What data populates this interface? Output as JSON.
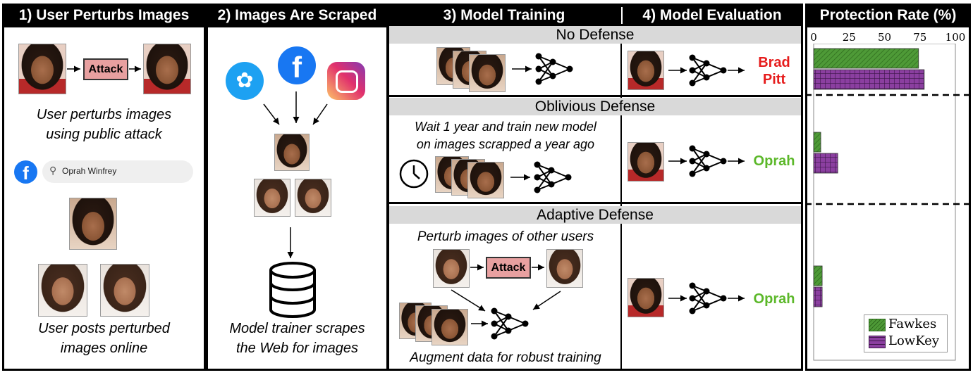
{
  "sections": {
    "s1": "1) User Perturbs Images",
    "s2": "2) Images Are Scraped",
    "s3": "3) Model Training",
    "s4": "4) Model Evaluation",
    "s5": "Protection Rate (%)"
  },
  "panel1": {
    "attack_label": "Attack",
    "caption_top_1": "User perturbs images",
    "caption_top_2": "using public attack",
    "search_text": "Oprah Winfrey",
    "caption_bottom_1": "User posts perturbed",
    "caption_bottom_2": "images online"
  },
  "panel2": {
    "caption_1": "Model trainer scrapes",
    "caption_2": "the Web for images"
  },
  "defenses": {
    "none": {
      "title": "No Defense",
      "result_1": "Brad",
      "result_2": "Pitt"
    },
    "oblivious": {
      "title": "Oblivious Defense",
      "text_1": "Wait 1 year and train new model",
      "text_2": "on images scrapped a year ago",
      "result": "Oprah"
    },
    "adaptive": {
      "title": "Adaptive Defense",
      "text_top": "Perturb images of other users",
      "attack_label": "Attack",
      "text_bottom": "Augment data for robust training",
      "result": "Oprah"
    }
  },
  "colors": {
    "fawkes": "#4e9a37",
    "lowkey": "#8b3fa0",
    "red_result": "#e61c1c",
    "green_result": "#5cb82a",
    "attack_box": "#e8a0a0"
  },
  "chart_data": {
    "type": "bar",
    "orientation": "horizontal",
    "title": "Protection Rate (%)",
    "xlim": [
      0,
      100
    ],
    "xticks": [
      "0",
      "25",
      "50",
      "75",
      "100"
    ],
    "categories": [
      "No Defense",
      "Oblivious Defense",
      "Adaptive Defense"
    ],
    "series": [
      {
        "name": "Fawkes",
        "values": [
          74,
          5,
          6
        ]
      },
      {
        "name": "LowKey",
        "values": [
          78,
          17,
          6
        ]
      }
    ],
    "legend_position": "bottom-right"
  }
}
